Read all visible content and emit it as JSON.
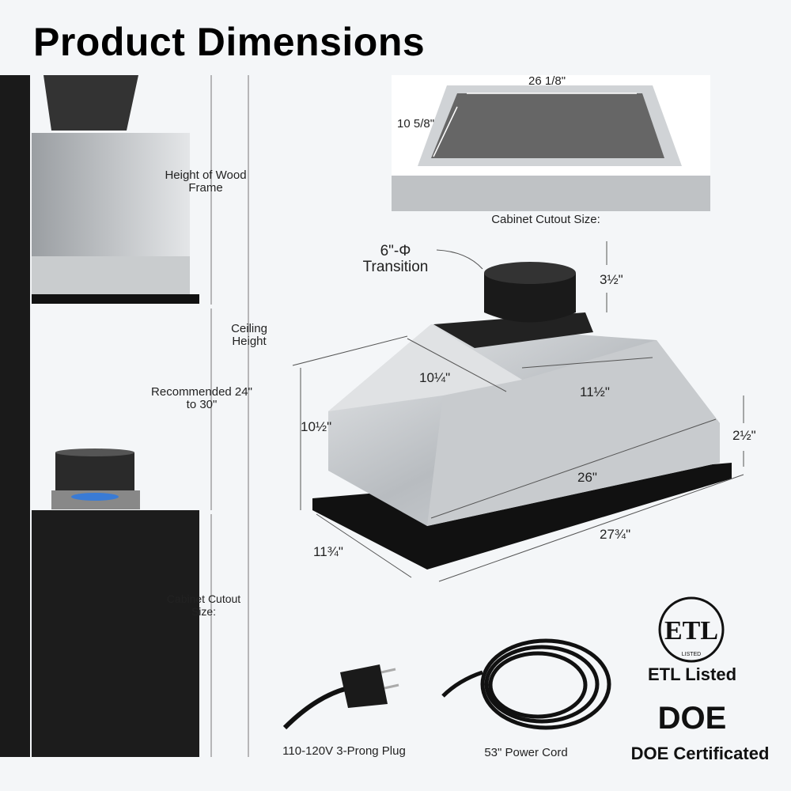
{
  "title": "Product Dimensions",
  "cabinet_view": {
    "width": "26 1/8\"",
    "depth": "10 5/8\"",
    "caption": "Cabinet Cutout Size:"
  },
  "side_view": {
    "wood_frame": "Height of Wood Frame",
    "ceiling": "Ceiling Height",
    "recommended": "Recommended 24\" to 30\"",
    "cabinet_cutout": "Cabinet Cutout Size:"
  },
  "hood": {
    "transition": "6\"-Φ Transition",
    "transition_height": "3½\"",
    "top_depth": "10¼\"",
    "top_width": "11½\"",
    "height": "10½\"",
    "flange": "2½\"",
    "body_width": "26\"",
    "overall_width": "27¾\"",
    "overall_depth": "11¾\""
  },
  "accessories": {
    "plug": "110-120V 3-Prong Plug",
    "cord": "53\" Power Cord"
  },
  "certifications": {
    "etl_logo": "ETL LISTED",
    "etl": "ETL Listed",
    "doe_logo": "DOE",
    "doe": "DOE Certificated"
  }
}
